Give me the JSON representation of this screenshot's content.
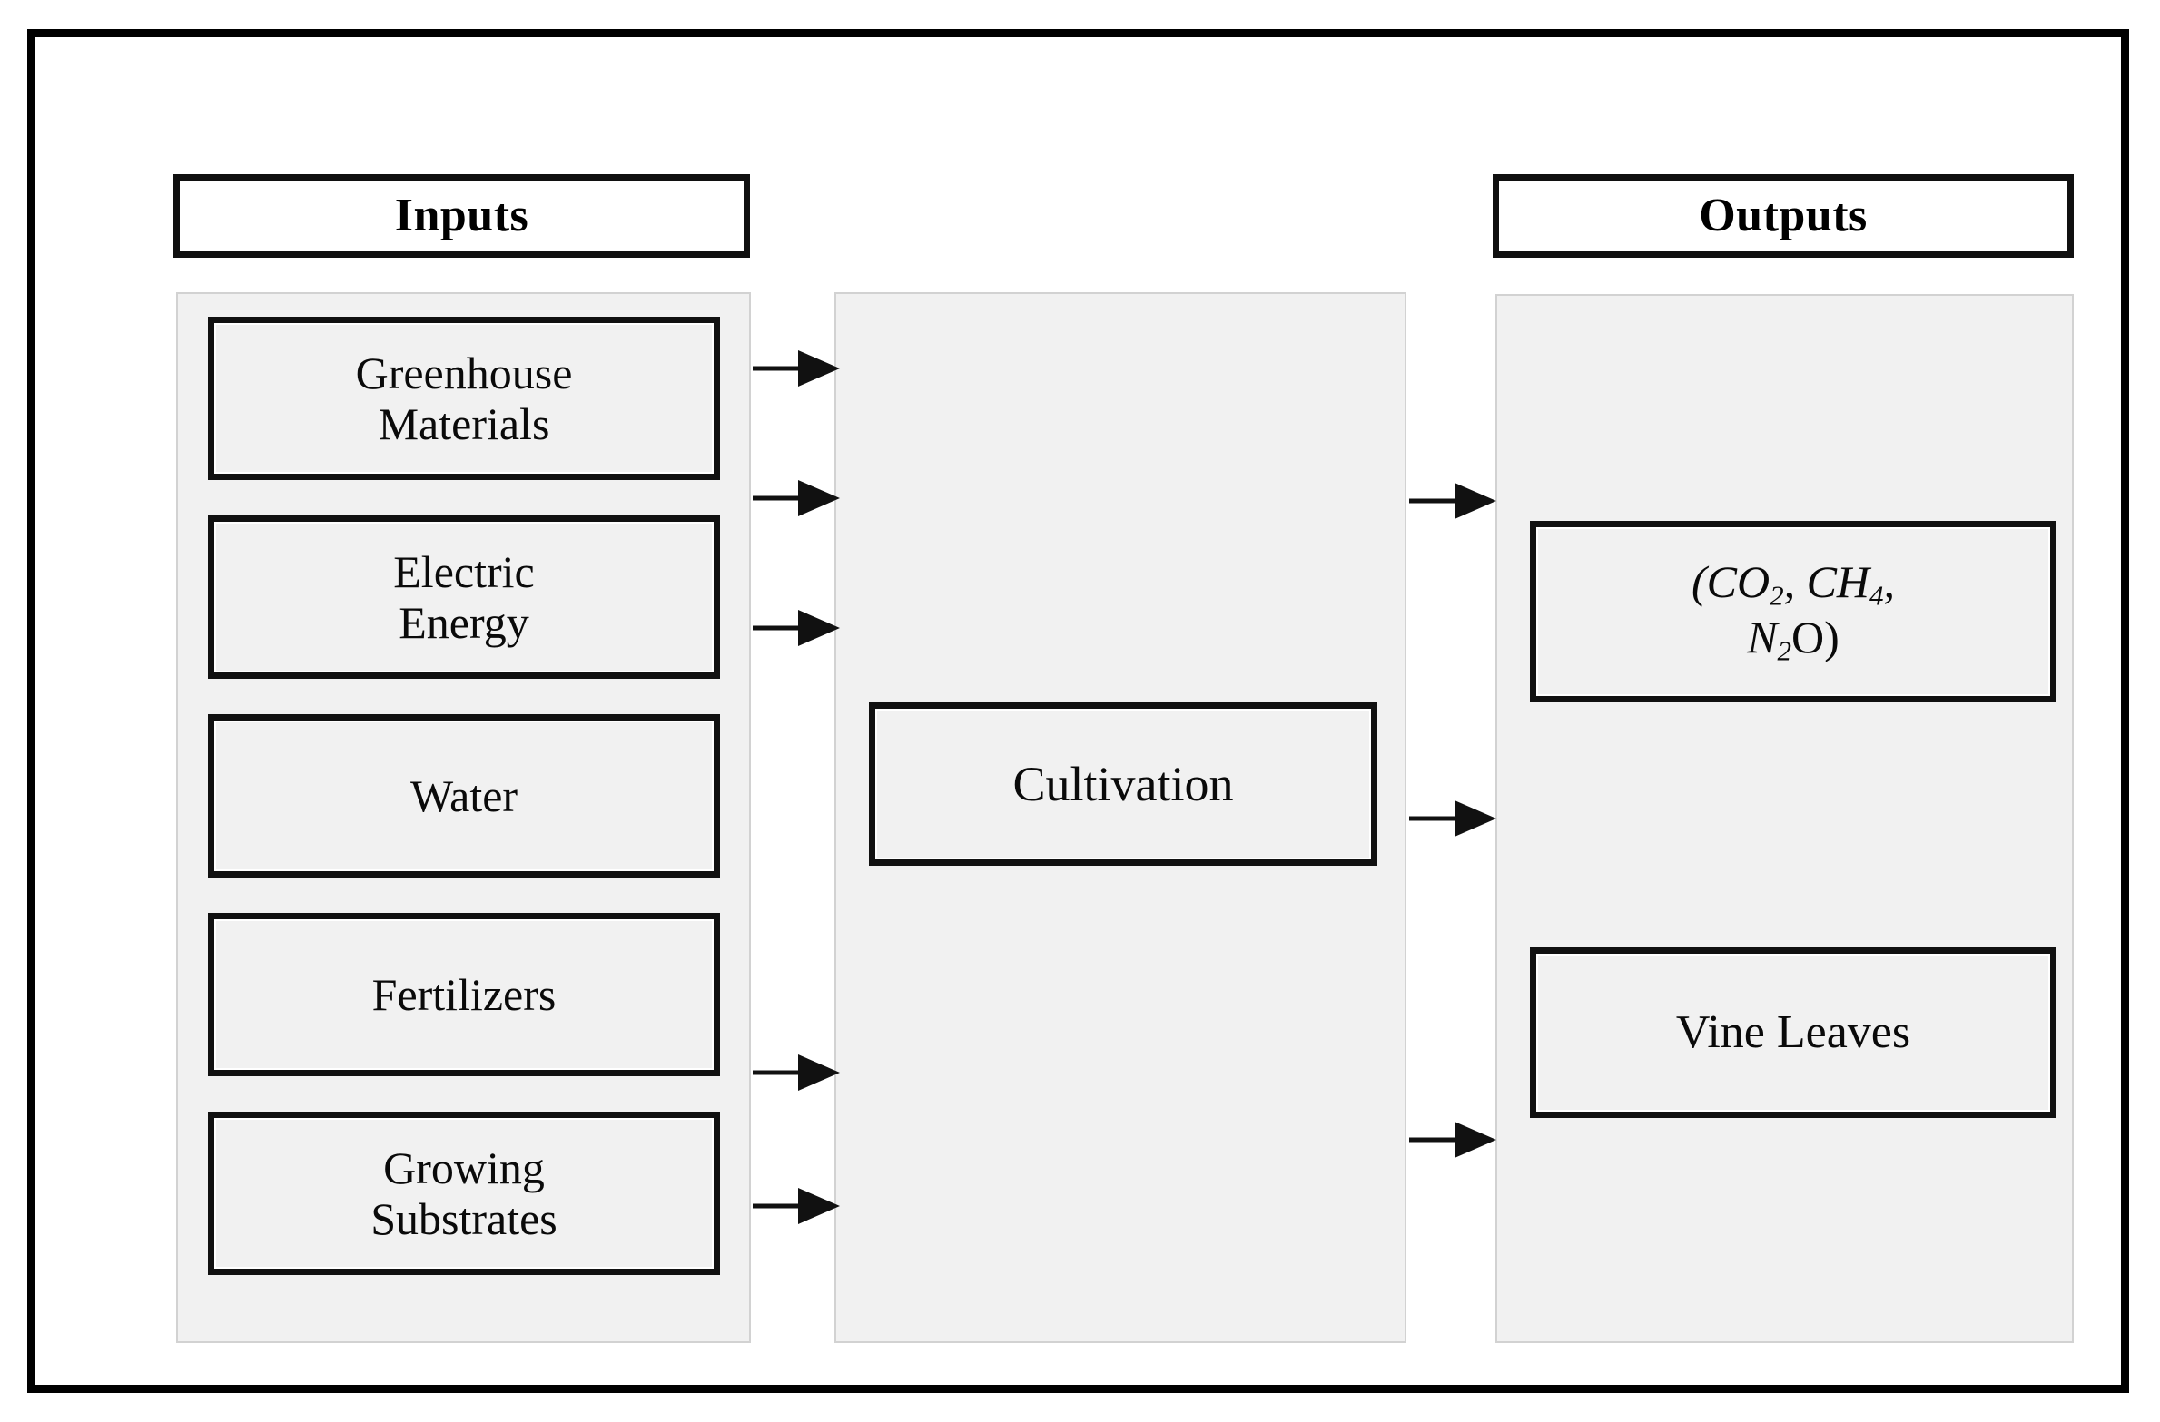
{
  "figure": {
    "type": "inputs-process-outputs-diagram",
    "frame": {
      "border_color": "#000000"
    }
  },
  "headers": {
    "inputs": "Inputs",
    "outputs": "Outputs"
  },
  "inputs": {
    "items": [
      {
        "id": "greenhouse-materials",
        "label": "Greenhouse\nMaterials"
      },
      {
        "id": "electric-energy",
        "label": "Electric\nEnergy"
      },
      {
        "id": "water",
        "label": "Water"
      },
      {
        "id": "fertilizers",
        "label": "Fertilizers"
      },
      {
        "id": "growing-substrates",
        "label": "Growing\nSubstrates"
      }
    ]
  },
  "process": {
    "items": [
      {
        "id": "cultivation",
        "label": "Cultivation"
      }
    ]
  },
  "outputs": {
    "items": [
      {
        "id": "emissions",
        "label": "(CO2, CH4, N2O)",
        "formula": {
          "open": "(",
          "species": [
            {
              "element": "CO",
              "sub": "2"
            },
            {
              "element": "CH",
              "sub": "4"
            },
            {
              "element": "N",
              "sub": "2",
              "tail": "O"
            }
          ],
          "close": ")",
          "separator": ","
        }
      },
      {
        "id": "vine-leaves",
        "label": "Vine Leaves"
      }
    ]
  },
  "arrows": {
    "inputs_to_process": [
      {
        "from": "greenhouse-materials",
        "to": "cultivation"
      },
      {
        "from": "electric-energy",
        "to": "cultivation"
      },
      {
        "from": "water",
        "to": "cultivation"
      },
      {
        "from": "fertilizers",
        "to": "cultivation"
      },
      {
        "from": "growing-substrates",
        "to": "cultivation"
      }
    ],
    "process_to_outputs": [
      {
        "from": "cultivation",
        "to": "emissions"
      },
      {
        "from": "cultivation",
        "to": "emissions"
      },
      {
        "from": "cultivation",
        "to": "vine-leaves"
      }
    ]
  },
  "colors": {
    "panel_fill": "#f1f1f1",
    "panel_border": "#d2d2d2",
    "box_border": "#111111",
    "text": "#0a0a0a",
    "frame": "#000000",
    "header_fill": "#ffffff"
  }
}
